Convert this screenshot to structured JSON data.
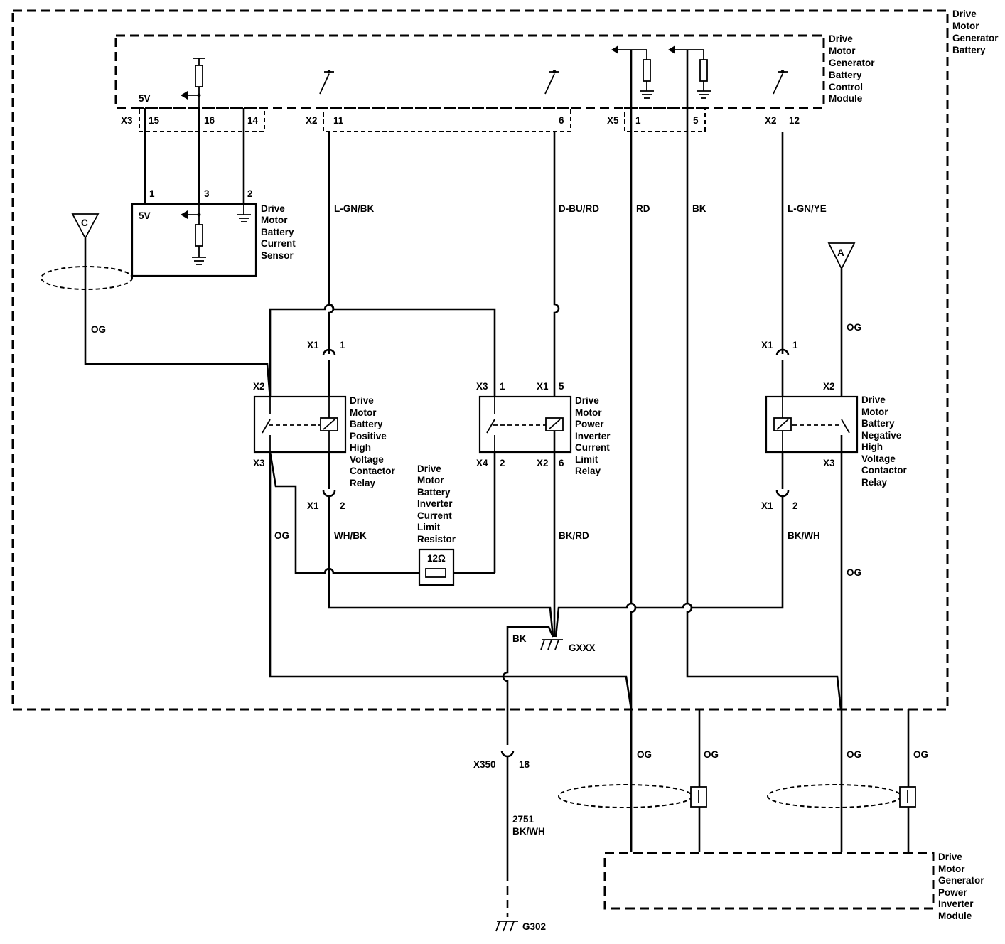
{
  "components": {
    "battery": [
      "Drive",
      "Motor",
      "Generator",
      "Battery"
    ],
    "control_module": [
      "Drive",
      "Motor",
      "Generator",
      "Battery",
      "Control",
      "Module"
    ],
    "current_sensor": [
      "Drive",
      "Motor",
      "Battery",
      "Current",
      "Sensor"
    ],
    "positive_relay": [
      "Drive",
      "Motor",
      "Battery",
      "Positive",
      "High",
      "Voltage",
      "Contactor",
      "Relay"
    ],
    "power_relay": [
      "Drive",
      "Motor",
      "Power",
      "Inverter",
      "Current",
      "Limit",
      "Relay"
    ],
    "negative_relay": [
      "Drive",
      "Motor",
      "Battery",
      "Negative",
      "High",
      "Voltage",
      "Contactor",
      "Relay"
    ],
    "limit_resistor": [
      "Drive",
      "Motor",
      "Battery",
      "Inverter",
      "Current",
      "Limit",
      "Resistor"
    ],
    "inverter_module": [
      "Drive",
      "Motor",
      "Generator",
      "Power",
      "Inverter",
      "Module"
    ]
  },
  "labels": {
    "v5_module": "5V",
    "v5_sensor": "5V",
    "resistor_value": "12Ω",
    "offpage_c": "C",
    "offpage_a": "A",
    "ground_gxxx": "GXXX",
    "ground_g302": "G302",
    "circuit_number": "2751"
  },
  "connectors": {
    "x3": "X3",
    "x3_15": "15",
    "x3_16": "16",
    "x3_14": "14",
    "x2a": "X2",
    "x2a_11": "11",
    "x2a_6": "6",
    "x5": "X5",
    "x5_1": "1",
    "x5_5": "5",
    "x2b": "X2",
    "x2b_12": "12",
    "sensor_1": "1",
    "sensor_3": "3",
    "sensor_2": "2",
    "pos_x1_top": "X1",
    "pos_x1_top_pin": "1",
    "pos_x2": "X2",
    "pos_x3": "X3",
    "pos_x1_bot": "X1",
    "pos_x1_bot_pin": "2",
    "pw_x3": "X3",
    "pw_x3_pin": "1",
    "pw_x1": "X1",
    "pw_x1_pin": "5",
    "pw_x4": "X4",
    "pw_x4_pin": "2",
    "pw_x2": "X2",
    "pw_x2_pin": "6",
    "neg_x1_top": "X1",
    "neg_x1_top_pin": "1",
    "neg_x2": "X2",
    "neg_x3": "X3",
    "neg_x1_bot": "X1",
    "neg_x1_bot_pin": "2",
    "x350": "X350",
    "x350_pin": "18"
  },
  "wires": {
    "lgn_bk": "L-GN/BK",
    "dbu_rd": "D-BU/RD",
    "rd": "RD",
    "bk": "BK",
    "lgn_ye": "L-GN/YE",
    "og_sensor": "OG",
    "og_a": "OG",
    "og_pos": "OG",
    "wh_bk": "WH/BK",
    "bk_rd": "BK/RD",
    "bk_wh_neg": "BK/WH",
    "og_neg": "OG",
    "bk_ground": "BK",
    "og_inv1": "OG",
    "og_inv2": "OG",
    "og_inv3": "OG",
    "og_inv4": "OG",
    "bk_wh_g302": "BK/WH"
  }
}
